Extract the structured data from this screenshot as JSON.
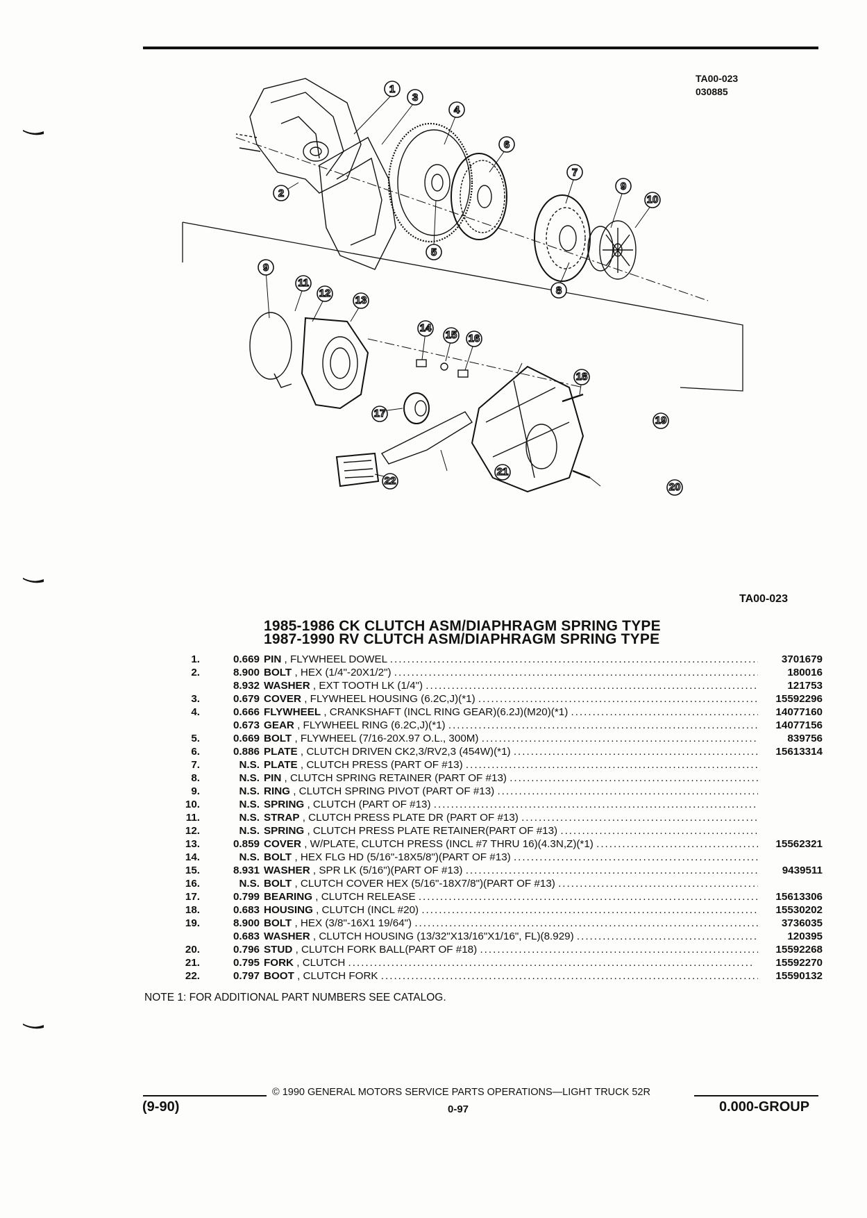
{
  "header": {
    "ref_code_1": "TA00-023",
    "ref_code_2": "030885"
  },
  "figure": {
    "code": "TA00-023",
    "callouts": [
      "1",
      "2",
      "3",
      "4",
      "5",
      "6",
      "7",
      "8",
      "9",
      "10",
      "9",
      "11",
      "12",
      "13",
      "14",
      "15",
      "16",
      "17",
      "18",
      "19",
      "20",
      "21",
      "22"
    ]
  },
  "titles": {
    "line1": "1985-1986 CK CLUTCH ASM/DIAPHRAGM SPRING TYPE",
    "line2": "1987-1990 RV CLUTCH ASM/DIAPHRAGM SPRING TYPE"
  },
  "parts": [
    {
      "num": "1.",
      "qty": "0.669",
      "name": "PIN",
      "desc": " , FLYWHEEL DOWEL",
      "pn": "3701679"
    },
    {
      "num": "2.",
      "qty": "8.900",
      "name": "BOLT",
      "desc": " , HEX (1/4\"-20X1/2\")",
      "pn": "180016"
    },
    {
      "num": "",
      "qty": "8.932",
      "name": "WASHER",
      "desc": " , EXT TOOTH LK (1/4\")",
      "pn": "121753"
    },
    {
      "num": "3.",
      "qty": "0.679",
      "name": "COVER",
      "desc": " , FLYWHEEL HOUSING (6.2C,J)(*1)",
      "pn": "15592296"
    },
    {
      "num": "4.",
      "qty": "0.666",
      "name": "FLYWHEEL",
      "desc": " , CRANKSHAFT (INCL RING GEAR)(6.2J)(M20)(*1)",
      "pn": "14077160"
    },
    {
      "num": "",
      "qty": "0.673",
      "name": "GEAR",
      "desc": " , FLYWHEEL RING (6.2C,J)(*1)",
      "pn": "14077156"
    },
    {
      "num": "5.",
      "qty": "0.669",
      "name": "BOLT",
      "desc": " , FLYWHEEL (7/16-20X.97 O.L., 300M)",
      "pn": "839756"
    },
    {
      "num": "6.",
      "qty": "0.886",
      "name": "PLATE",
      "desc": " , CLUTCH DRIVEN CK2,3/RV2,3 (454W)(*1)",
      "pn": "15613314"
    },
    {
      "num": "7.",
      "qty": "N.S.",
      "name": "PLATE",
      "desc": " , CLUTCH PRESS (PART OF #13)",
      "pn": ""
    },
    {
      "num": "8.",
      "qty": "N.S.",
      "name": "PIN",
      "desc": " , CLUTCH SPRING RETAINER (PART OF #13)",
      "pn": ""
    },
    {
      "num": "9.",
      "qty": "N.S.",
      "name": "RING",
      "desc": " , CLUTCH SPRING PIVOT (PART OF #13)",
      "pn": ""
    },
    {
      "num": "10.",
      "qty": "N.S.",
      "name": "SPRING",
      "desc": " , CLUTCH (PART OF #13)",
      "pn": ""
    },
    {
      "num": "11.",
      "qty": "N.S.",
      "name": "STRAP",
      "desc": " , CLUTCH PRESS PLATE DR (PART OF #13)",
      "pn": ""
    },
    {
      "num": "12.",
      "qty": "N.S.",
      "name": "SPRING",
      "desc": " , CLUTCH PRESS PLATE RETAINER(PART OF #13)",
      "pn": ""
    },
    {
      "num": "13.",
      "qty": "0.859",
      "name": "COVER",
      "desc": " , W/PLATE, CLUTCH PRESS (INCL #7 THRU 16)(4.3N,Z)(*1)",
      "pn": "15562321"
    },
    {
      "num": "14.",
      "qty": "N.S.",
      "name": "BOLT",
      "desc": " , HEX FLG HD (5/16\"-18X5/8\")(PART OF #13)",
      "pn": ""
    },
    {
      "num": "15.",
      "qty": "8.931",
      "name": "WASHER",
      "desc": " , SPR LK (5/16\")(PART OF #13)",
      "pn": "9439511"
    },
    {
      "num": "16.",
      "qty": "N.S.",
      "name": "BOLT",
      "desc": " , CLUTCH COVER HEX (5/16\"-18X7/8\")(PART OF #13)",
      "pn": ""
    },
    {
      "num": "17.",
      "qty": "0.799",
      "name": "BEARING",
      "desc": " , CLUTCH RELEASE",
      "pn": "15613306"
    },
    {
      "num": "18.",
      "qty": "0.683",
      "name": "HOUSING",
      "desc": " , CLUTCH (INCL #20)",
      "pn": "15530202"
    },
    {
      "num": "19.",
      "qty": "8.900",
      "name": "BOLT",
      "desc": " , HEX (3/8\"-16X1 19/64\")",
      "pn": "3736035"
    },
    {
      "num": "",
      "qty": "0.683",
      "name": "WASHER",
      "desc": " , CLUTCH HOUSING (13/32\"X13/16\"X1/16\", FL)(8.929)",
      "pn": "120395"
    },
    {
      "num": "20.",
      "qty": "0.796",
      "name": "STUD",
      "desc": " , CLUTCH FORK BALL(PART OF #18)",
      "pn": "15592268"
    },
    {
      "num": "21.",
      "qty": "0.795",
      "name": "FORK",
      "desc": " , CLUTCH",
      "pn": "15592270"
    },
    {
      "num": "22.",
      "qty": "0.797",
      "name": "BOOT",
      "desc": " , CLUTCH FORK",
      "pn": "15590132"
    }
  ],
  "dots": "..............................................................................................",
  "note": "NOTE  1:  FOR ADDITIONAL PART NUMBERS SEE CATALOG.",
  "footer": {
    "copyright": "©  1990  GENERAL MOTORS SERVICE PARTS OPERATIONS—LIGHT TRUCK 52R",
    "date": "(9-90)",
    "page": "0-97",
    "group": "0.000-GROUP"
  }
}
